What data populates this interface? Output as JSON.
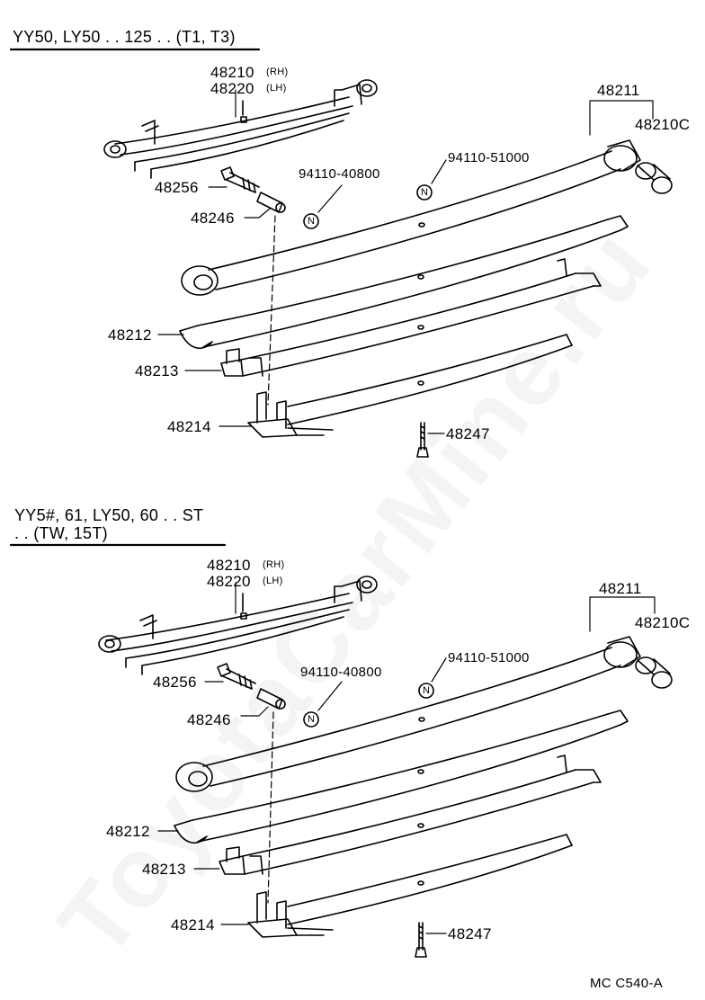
{
  "watermark": "ToyotaCarMine.ru",
  "footer_code": "MC  C540-A",
  "sections": [
    {
      "title_line1": "YY50, LY50 . . 125 . . (T1, T3)",
      "title_line2": "",
      "parts": {
        "p48210": "48210",
        "rh": "(RH)",
        "p48220": "48220",
        "lh": "(LH)",
        "p48211": "48211",
        "p48210c": "48210C",
        "p94110_51000": "94110-51000",
        "p94110_40800": "94110-40800",
        "p48256": "48256",
        "p48246": "48246",
        "p48212": "48212",
        "p48213": "48213",
        "p48214": "48214",
        "p48247": "48247",
        "n_mark": "N"
      }
    },
    {
      "title_line1": "YY5#, 61, LY50, 60 . . ST",
      "title_line2": ". . (TW, 15T)",
      "parts": {
        "p48210": "48210",
        "rh": "(RH)",
        "p48220": "48220",
        "lh": "(LH)",
        "p48211": "48211",
        "p48210c": "48210C",
        "p94110_51000": "94110-51000",
        "p94110_40800": "94110-40800",
        "p48256": "48256",
        "p48246": "48246",
        "p48212": "48212",
        "p48213": "48213",
        "p48214": "48214",
        "p48247": "48247",
        "n_mark": "N"
      }
    }
  ]
}
